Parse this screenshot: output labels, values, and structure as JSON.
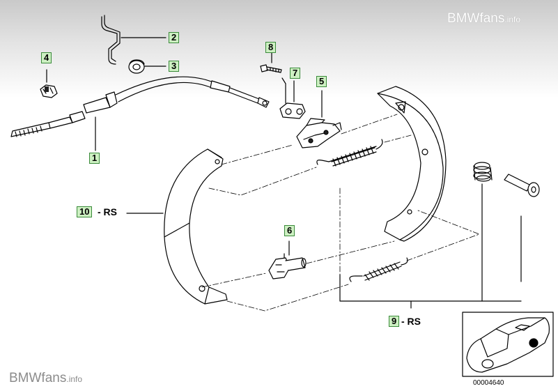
{
  "watermarks": {
    "top": {
      "brand": "BMWfans",
      "suffix": ".info"
    },
    "bottom": {
      "brand": "BMWfans",
      "suffix": ".info"
    }
  },
  "callouts": {
    "p1": "1",
    "p2": "2",
    "p3": "3",
    "p4": "4",
    "p5": "5",
    "p6": "6",
    "p7": "7",
    "p8": "8",
    "p9": "9",
    "p9_suffix": "- RS",
    "p10": "10",
    "p10_suffix": "- RS"
  },
  "inset": {
    "reference_number": "00004640"
  },
  "colors": {
    "callout_fill": "#cdf0c2",
    "callout_border": "#3a8a3a",
    "line": "#000000"
  }
}
